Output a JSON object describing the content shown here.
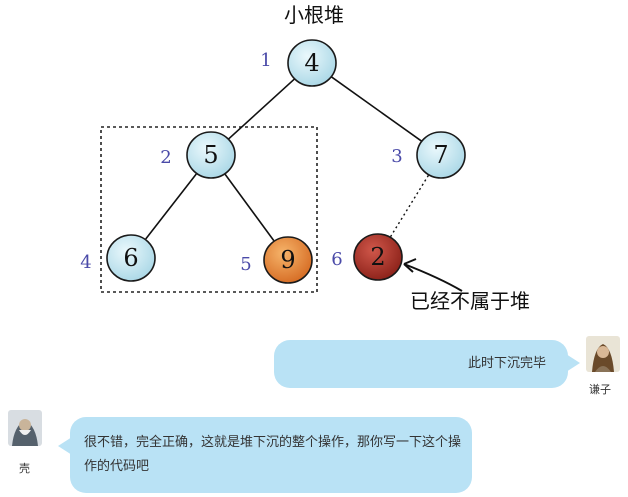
{
  "diagram": {
    "title": "小根堆",
    "removed_note": "已经不属于堆",
    "nodes": [
      {
        "id": "n1",
        "value": "4",
        "index": "1",
        "kind": "normal"
      },
      {
        "id": "n2",
        "value": "5",
        "index": "2",
        "kind": "normal"
      },
      {
        "id": "n3",
        "value": "7",
        "index": "3",
        "kind": "normal"
      },
      {
        "id": "n4",
        "value": "6",
        "index": "4",
        "kind": "normal"
      },
      {
        "id": "n5",
        "value": "9",
        "index": "5",
        "kind": "sinking"
      },
      {
        "id": "n6",
        "value": "2",
        "index": "6",
        "kind": "removed"
      }
    ],
    "edges": [
      {
        "from": "n1",
        "to": "n2",
        "style": "solid"
      },
      {
        "from": "n1",
        "to": "n3",
        "style": "solid"
      },
      {
        "from": "n2",
        "to": "n4",
        "style": "solid"
      },
      {
        "from": "n2",
        "to": "n5",
        "style": "solid"
      },
      {
        "from": "n3",
        "to": "n6",
        "style": "dotted"
      }
    ],
    "colors": {
      "normal_fill": "#bfe3ee",
      "sinking_fill": "#e8893a",
      "removed_fill": "#a83227",
      "index_color": "#4a4aa8"
    }
  },
  "chat": {
    "right_message": "此时下沉完毕",
    "right_user": "谦子",
    "left_message": "很不错，完全正确，这就是堆下沉的整个操作，那你写一下这个操作的代码吧",
    "left_user": "壳"
  }
}
